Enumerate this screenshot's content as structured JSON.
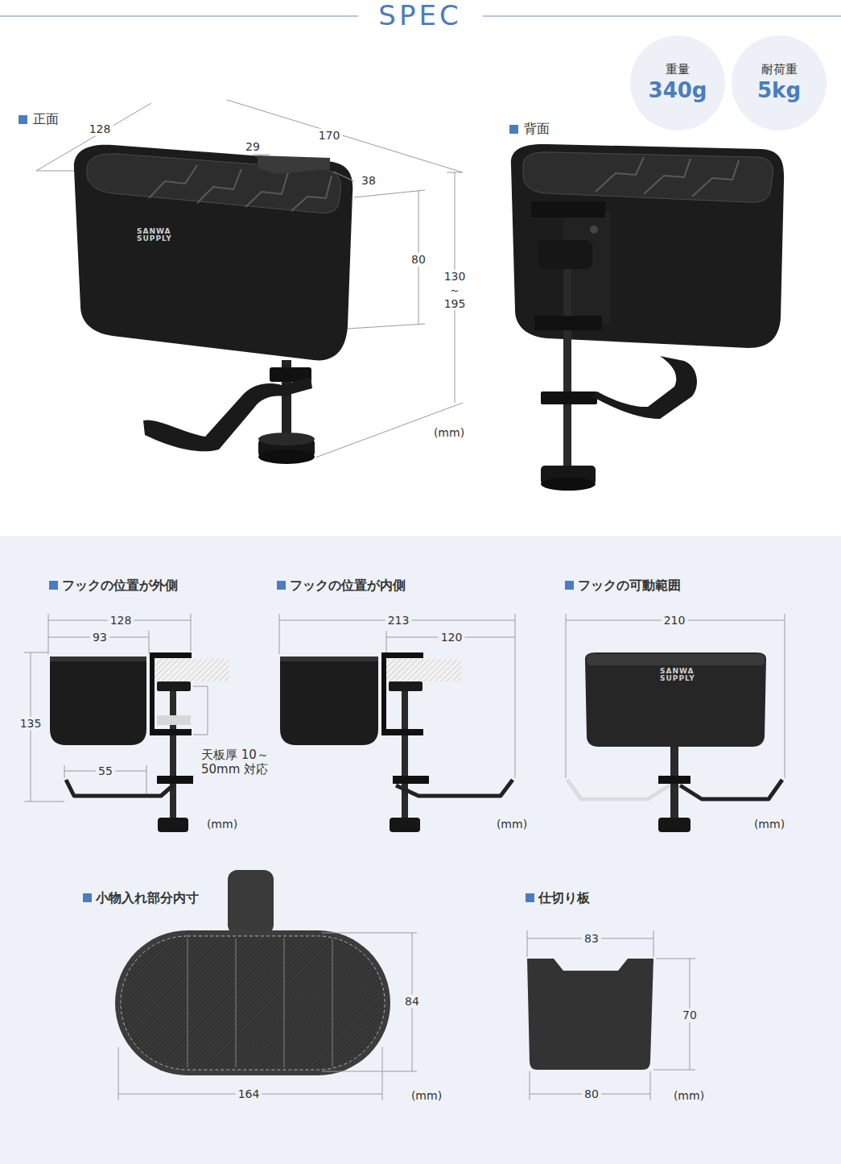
{
  "diagram": {
    "title": "SPEC",
    "nodes": [
      {
        "text": [
          "重量",
          "340g"
        ]
      },
      {
        "text": [
          "耐荷重",
          "5kg"
        ]
      }
    ],
    "labels": [
      "正面",
      "128",
      "170",
      "29",
      "38",
      "80",
      "130 ～ 195",
      "SANWA SUPPLY",
      "(mm)",
      "背面",
      "フックの位置が外側",
      "128",
      "93",
      "135",
      "55",
      "天板厚 10～50mm 対応",
      "(mm)",
      "フックの位置が内側",
      "213",
      "120",
      "(mm)",
      "フックの可動範囲",
      "210",
      "SANWA SUPPLY",
      "(mm)",
      "小物入れ部分内寸",
      "84",
      "164",
      "(mm)",
      "仕切り板",
      "83",
      "70",
      "80",
      "(mm)"
    ]
  }
}
